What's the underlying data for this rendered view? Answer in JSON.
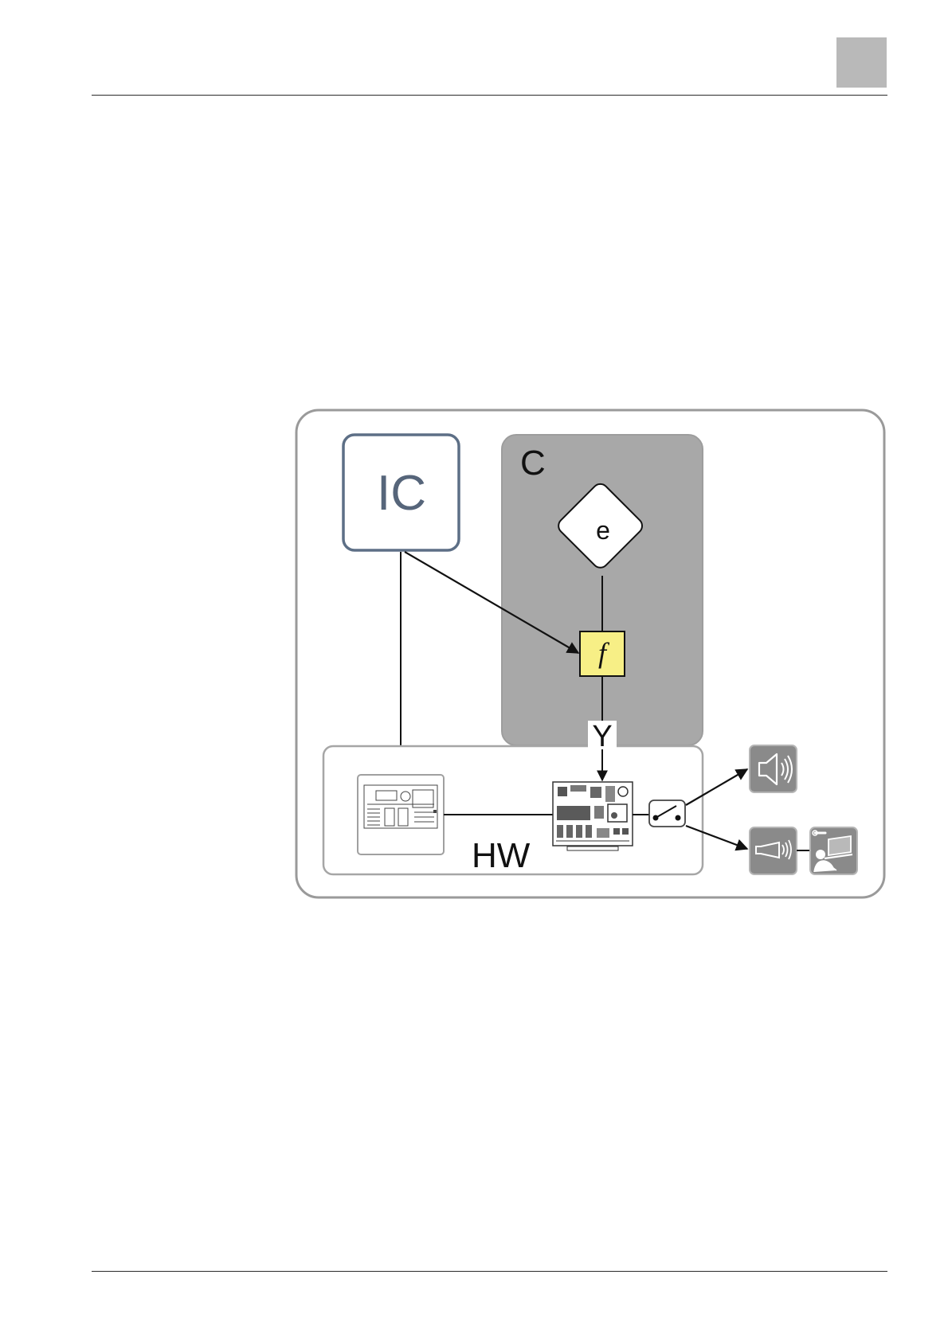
{
  "diagram": {
    "nodes": {
      "ic": {
        "label": "IC"
      },
      "c": {
        "label": "C"
      },
      "e": {
        "label": "e"
      },
      "f": {
        "label": "f"
      },
      "y": {
        "label": "Y"
      },
      "hw": {
        "label": "HW"
      }
    },
    "icons": {
      "control_panel": "control-panel-icon",
      "circuit_board": "circuit-board-icon",
      "relay_switch": "switch-icon",
      "loudspeaker": "loudspeaker-icon",
      "horn": "horn-icon",
      "service_technician": "technician-laptop-icon"
    },
    "colors": {
      "outer_frame": "#9a9a9a",
      "ic_border": "#5d6f86",
      "ic_text": "#56657a",
      "c_fill": "#a8a8a8",
      "f_fill": "#f7ef86",
      "hw_border": "#a6a6a6",
      "output_fill": "#8a8a8a",
      "tab_fill": "#b9b9b9"
    }
  }
}
